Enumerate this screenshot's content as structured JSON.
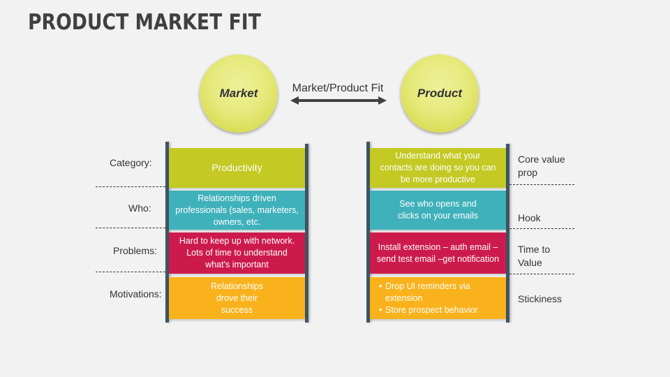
{
  "title": "PRODUCT MARKET FIT",
  "circles": {
    "market": "Market",
    "product": "Product"
  },
  "arrow": {
    "label": "Market/Product Fit",
    "icon": "double-headed-arrow-icon"
  },
  "colors": {
    "green": "#c4c924",
    "teal": "#3fb1bb",
    "red": "#cd1a4c",
    "orange": "#f9b21b",
    "bar": "#3e5665",
    "circle": "#e6ea7c"
  },
  "left_labels": [
    "Category:",
    "Who:",
    "Problems:",
    "Motivations:"
  ],
  "market_blocks": [
    "Productivity",
    "Relationships driven professionals (sales, marketers, owners, etc.",
    "Hard to keep up with network. Lots of time to understand what's important",
    "Relationships drove their success"
  ],
  "product_blocks": [
    "Understand what your contacts are doing so you can be more productive",
    "See who opens and clicks on your emails",
    "Install extension – auth email – send test email –get notification",
    [
      "Drop UI reminders via extension",
      "Store prospect behavior"
    ]
  ],
  "right_labels": [
    "Core value prop",
    "Hook",
    "Time to Value",
    "Stickiness"
  ]
}
